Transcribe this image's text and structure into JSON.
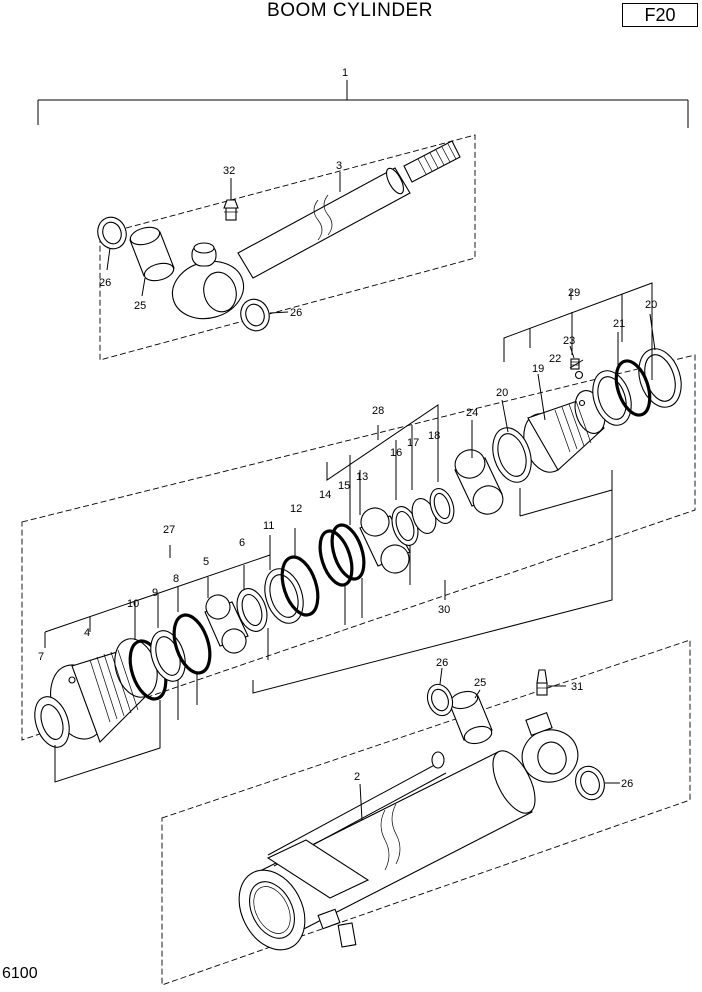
{
  "header": {
    "title": "BOOM CYLINDER",
    "page_code": "F20"
  },
  "footer": {
    "catalog_number": "6100"
  },
  "callouts": {
    "c1": "1",
    "c2": "2",
    "c3": "3",
    "c4": "4",
    "c5": "5",
    "c6": "6",
    "c7": "7",
    "c8": "8",
    "c9": "9",
    "c10": "10",
    "c11": "11",
    "c12": "12",
    "c13": "13",
    "c14": "14",
    "c15": "15",
    "c16": "16",
    "c17": "17",
    "c18": "18",
    "c19": "19",
    "c20a": "20",
    "c20b": "20",
    "c21": "21",
    "c22": "22",
    "c23": "23",
    "c24": "24",
    "c25a": "25",
    "c25b": "25",
    "c26a": "26",
    "c26b": "26",
    "c26c": "26",
    "c26d": "26",
    "c27": "27",
    "c28": "28",
    "c29": "29",
    "c30": "30",
    "c31": "31",
    "c32": "32"
  }
}
